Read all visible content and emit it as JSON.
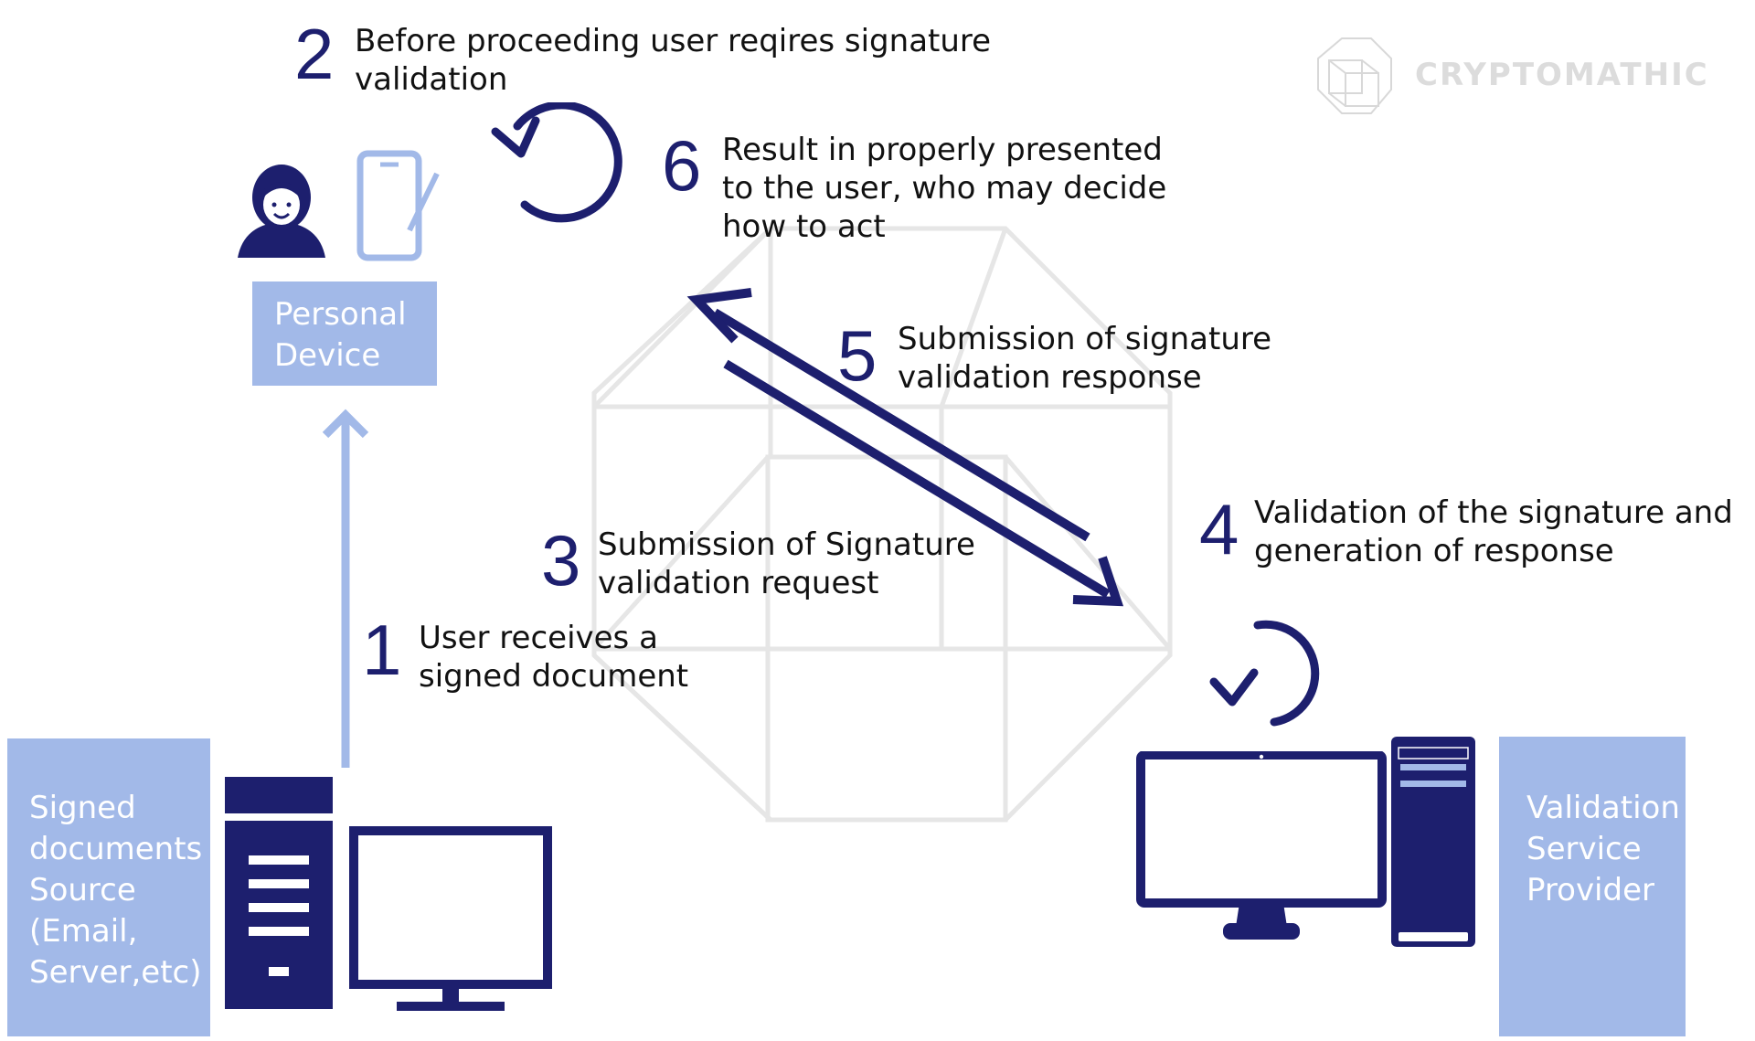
{
  "logo": {
    "text": "CRYPTOMATHIC"
  },
  "steps": [
    {
      "number": "2",
      "text": "Before proceeding user reqires signature\nvalidation"
    },
    {
      "number": "6",
      "text": "Result in properly presented\nto the user, who may decide\nhow to act"
    },
    {
      "number": "5",
      "text": "Submission of signature\nvalidation response"
    },
    {
      "number": "4",
      "text": "Validation of the signature and\ngeneration of response"
    },
    {
      "number": "3",
      "text": "Submission of Signature\nvalidation request"
    },
    {
      "number": "1",
      "text": "User receives a\nsigned document"
    }
  ],
  "boxes": {
    "personal_device": "Personal\nDevice",
    "source": "Signed\ndocuments\nSource\n(Email,\nServer,etc)",
    "provider": "Validation\nService\nProvider"
  },
  "colors": {
    "navy": "#1d1f6e",
    "light_blue": "#a2b9e8",
    "watermark": "#e4e4e4"
  },
  "icons": [
    "user-icon",
    "tablet-pen-icon",
    "refresh-loop-icon",
    "desktop-computer-icon",
    "server-tower-icon",
    "cube-logo-icon"
  ]
}
